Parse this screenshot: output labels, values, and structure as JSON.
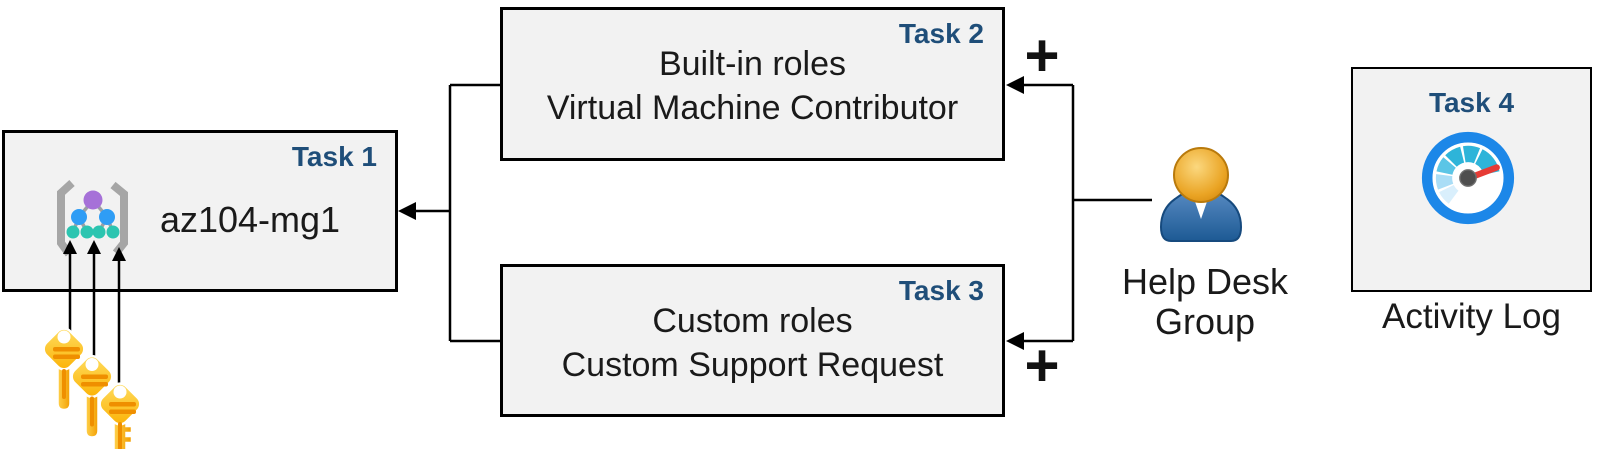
{
  "colors": {
    "accent_blue": "#1F4E79",
    "box_fill": "#F2F2F2",
    "box_border": "#000000",
    "connector": "#000000",
    "key_gold": "#FBB000",
    "person_blue": "#2E67A3",
    "person_head_gold": "#EAA424",
    "gauge_ring_blue": "#1C87E8",
    "gauge_segment_cyan": "#2EB4D9",
    "needle_red": "#E63B35"
  },
  "boxes": {
    "task1": {
      "label": "Task 1",
      "name": "az104-mg1",
      "icon": "management-group-icon"
    },
    "task2": {
      "label": "Task 2",
      "lines": [
        "Built-in roles",
        "Virtual Machine Contributor"
      ]
    },
    "task3": {
      "label": "Task 3",
      "lines": [
        "Custom roles",
        "Custom Support Request"
      ]
    },
    "task4": {
      "label": "Task 4",
      "caption": "Activity Log",
      "icon": "activity-log-gauge-icon"
    }
  },
  "actor": {
    "label_line1": "Help Desk",
    "label_line2": "Group",
    "icon": "person-icon"
  },
  "operators": {
    "assign_builtin_role": "+",
    "assign_custom_role": "+"
  },
  "keys": {
    "icon": "access-keys-icon",
    "count": 3
  }
}
